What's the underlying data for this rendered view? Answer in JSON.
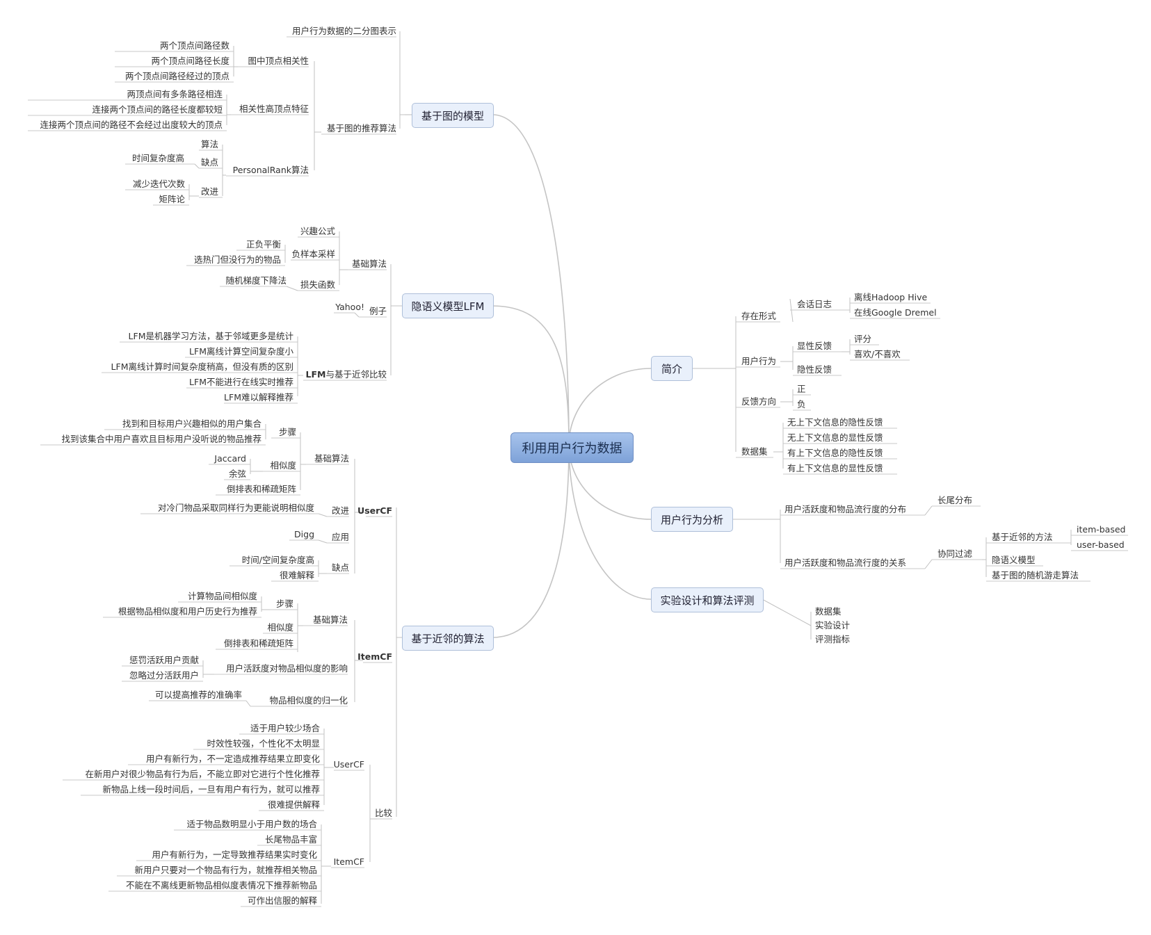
{
  "root": "利用用户行为数据",
  "branches": {
    "graph": "基于图的模型",
    "lfm": "隐语义模型LFM",
    "neighbor": "基于近邻的算法",
    "intro": "简介",
    "analysis": "用户行为分析",
    "experiment": "实验设计和算法评测"
  },
  "graph": {
    "bipartite": "用户行为数据的二分图表示",
    "algo": "基于图的推荐算法",
    "relevance": "图中顶点相关性",
    "rel_items": [
      "两个顶点间路径数",
      "两个顶点间路径长度",
      "两个顶点间路径经过的顶点"
    ],
    "feature": "相关性高顶点特征",
    "feat_items": [
      "两顶点间有多条路径相连",
      "连接两个顶点间的路径长度都较短",
      "连接两个顶点间的路径不会经过出度较大的顶点"
    ],
    "pr": "PersonalRank算法",
    "pr_algo": "算法",
    "pr_con": "缺点",
    "pr_con_item": "时间复杂度高",
    "pr_imp": "改进",
    "pr_imp_items": [
      "减少迭代次数",
      "矩阵论"
    ]
  },
  "lfm": {
    "basic": "基础算法",
    "formula": "兴趣公式",
    "neg": "负样本采样",
    "neg_items": [
      "正负平衡",
      "选热门但没行为的物品"
    ],
    "loss": "损失函数",
    "loss_item": "随机梯度下降法",
    "example": "例子",
    "example_item": "Yahoo!",
    "compare_bold": "LFM",
    "compare_rest": "与基于近邻比较",
    "compare_items": [
      "LFM是机器学习方法，基于邻域更多是统计",
      "LFM离线计算空间复杂度小",
      "LFM离线计算时间复杂度稍高，但没有质的区别",
      "LFM不能进行在线实时推荐",
      "LFM难以解释推荐"
    ]
  },
  "usercf": {
    "title": "UserCF",
    "basic": "基础算法",
    "steps": "步骤",
    "step_items": [
      "找到和目标用户兴趣相似的用户集合",
      "找到该集合中用户喜欢且目标用户没听说的物品推荐"
    ],
    "sim": "相似度",
    "sim_items": [
      "Jaccard",
      "余弦"
    ],
    "inverted": "倒排表和稀疏矩阵",
    "improve": "改进",
    "improve_item": "对冷门物品采取同样行为更能说明相似度",
    "apply": "应用",
    "apply_item": "Digg",
    "cons": "缺点",
    "cons_items": [
      "时间/空间复杂度高",
      "很难解释"
    ]
  },
  "itemcf": {
    "title": "ItemCF",
    "basic": "基础算法",
    "steps": "步骤",
    "step_items": [
      "计算物品间相似度",
      "根据物品相似度和用户历史行为推荐"
    ],
    "sim": "相似度",
    "inverted": "倒排表和稀疏矩阵",
    "activity": "用户活跃度对物品相似度的影响",
    "activity_items": [
      "惩罚活跃用户贡献",
      "忽略过分活跃用户"
    ],
    "norm": "物品相似度的归一化",
    "norm_item": "可以提高推荐的准确率"
  },
  "compare": {
    "title": "比较",
    "usercf": "UserCF",
    "usercf_items": [
      "适于用户较少场合",
      "时效性较强，个性化不太明显",
      "用户有新行为，不一定造成推荐结果立即变化",
      "在新用户对很少物品有行为后，不能立即对它进行个性化推荐",
      "新物品上线一段时间后，一旦有用户有行为，就可以推荐",
      "很难提供解释"
    ],
    "itemcf": "ItemCF",
    "itemcf_items": [
      "适于物品数明显小于用户数的场合",
      "长尾物品丰富",
      "用户有新行为，一定导致推荐结果实时变化",
      "新用户只要对一个物品有行为，就推荐相关物品",
      "不能在不离线更新物品相似度表情况下推荐新物品",
      "可作出信服的解释"
    ]
  },
  "intro": {
    "storage": "存在形式",
    "session": "会话日志",
    "session_items": [
      "离线Hadoop Hive",
      "在线Google Dremel"
    ],
    "behavior": "用户行为",
    "explicit": "显性反馈",
    "explicit_items": [
      "评分",
      "喜欢/不喜欢"
    ],
    "implicit": "隐性反馈",
    "direction": "反馈方向",
    "direction_items": [
      "正",
      "负"
    ],
    "dataset": "数据集",
    "dataset_items": [
      "无上下文信息的隐性反馈",
      "无上下文信息的显性反馈",
      "有上下文信息的隐性反馈",
      "有上下文信息的显性反馈"
    ]
  },
  "analysis": {
    "dist": "用户活跃度和物品流行度的分布",
    "dist_item": "长尾分布",
    "rel": "用户活跃度和物品流行度的关系",
    "cf": "协同过滤",
    "nb": "基于近邻的方法",
    "nb_items": [
      "item-based",
      "user-based"
    ],
    "latent": "隐语义模型",
    "randomwalk": "基于图的随机游走算法"
  },
  "experiment": {
    "items": [
      "数据集",
      "实验设计",
      "评测指标"
    ]
  }
}
